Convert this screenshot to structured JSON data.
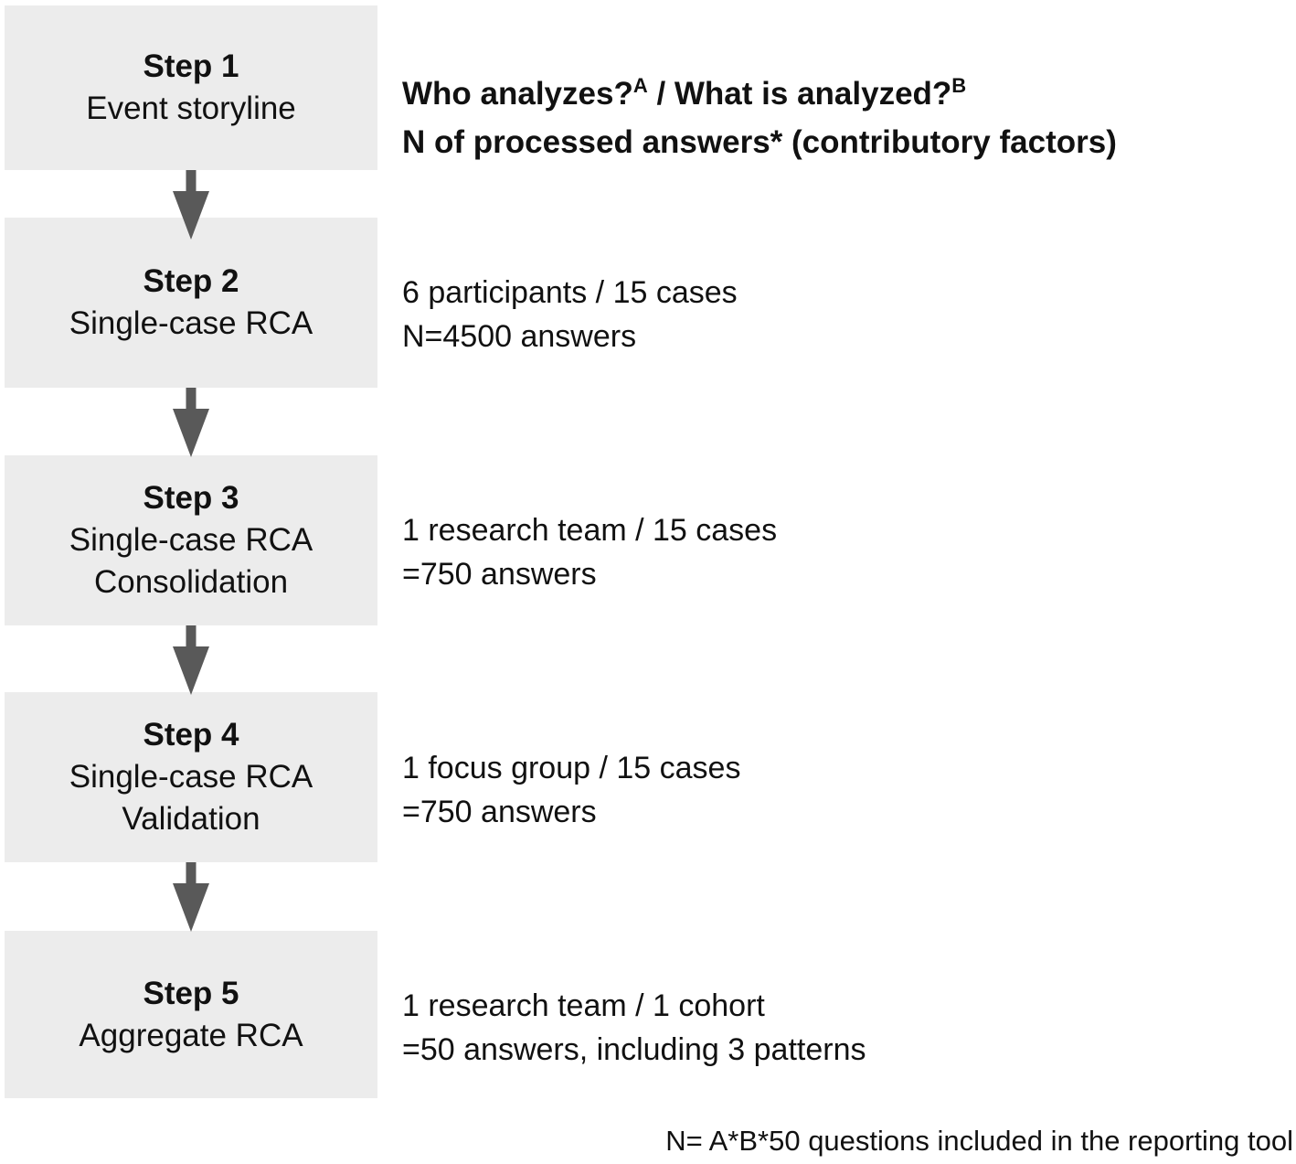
{
  "header": {
    "line1_part1": "Who analyzes?",
    "line1_sup1": "A",
    "line1_part2": " / What is analyzed?",
    "line1_sup2": "B",
    "line2": "N of processed answers* (contributory factors)"
  },
  "steps": [
    {
      "title": "Step 1",
      "subtitle_lines": [
        "Event storyline"
      ],
      "detail_lines": []
    },
    {
      "title": "Step 2",
      "subtitle_lines": [
        "Single-case RCA"
      ],
      "detail_lines": [
        "6 participants / 15 cases",
        "N=4500 answers"
      ]
    },
    {
      "title": "Step 3",
      "subtitle_lines": [
        "Single-case RCA",
        "Consolidation"
      ],
      "detail_lines": [
        "1 research team / 15 cases",
        "=750 answers"
      ]
    },
    {
      "title": "Step 4",
      "subtitle_lines": [
        "Single-case RCA",
        "Validation"
      ],
      "detail_lines": [
        "1 focus group / 15 cases",
        "=750 answers"
      ]
    },
    {
      "title": "Step 5",
      "subtitle_lines": [
        "Aggregate RCA"
      ],
      "detail_lines": [
        "1 research team / 1 cohort",
        "=50 answers, including 3 patterns"
      ]
    }
  ],
  "footnote": "N= A*B*50 questions included in the reporting tool",
  "colors": {
    "box_background": "#ececec",
    "arrow": "#595959",
    "text": "#111111",
    "page_background": "#ffffff"
  }
}
